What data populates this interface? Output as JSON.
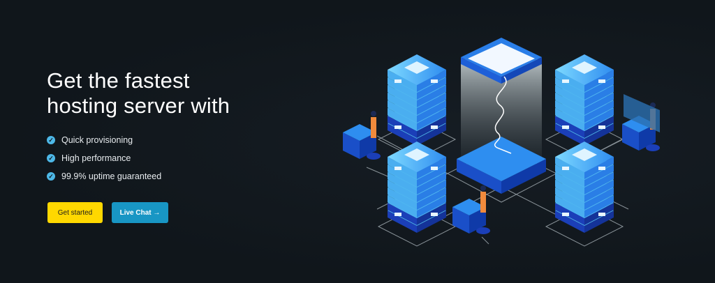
{
  "hero": {
    "title_line1": "Get the fastest",
    "title_line2": "hosting server with",
    "features": [
      "Quick provisioning",
      "High performance",
      "99.9% uptime guaranteed"
    ],
    "primary_button": "Get started",
    "secondary_button": "Live Chat →"
  },
  "icons": {
    "feature": "check-circle-icon",
    "arrow": "arrow-right-icon"
  },
  "colors": {
    "primary": "#ffd800",
    "secondary": "#1896c4",
    "check": "#4db8e8",
    "background": "#12181e"
  }
}
